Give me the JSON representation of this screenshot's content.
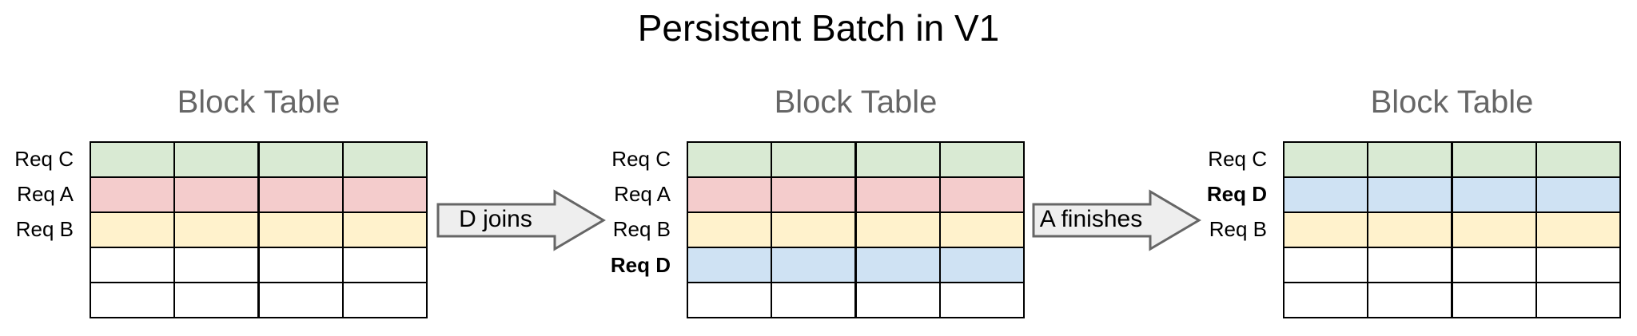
{
  "title": "Persistent Batch in V1",
  "colors": {
    "row_green": "#d9ead3",
    "row_red": "#f4cccc",
    "row_yellow": "#fff2cc",
    "row_blue": "#cfe2f3",
    "row_empty": "#ffffff",
    "cell_border": "#000000",
    "arrow_fill": "#eeeeee",
    "arrow_border": "#666666",
    "table_title_color": "#666666"
  },
  "tables": [
    {
      "title": "Block Table",
      "columns": 4,
      "rows": [
        {
          "label": "Req C",
          "bold": false,
          "color": "#d9ead3"
        },
        {
          "label": "Req A",
          "bold": false,
          "color": "#f4cccc"
        },
        {
          "label": "Req B",
          "bold": false,
          "color": "#fff2cc"
        },
        {
          "label": "",
          "bold": false,
          "color": "#ffffff"
        },
        {
          "label": "",
          "bold": false,
          "color": "#ffffff"
        }
      ]
    },
    {
      "title": "Block Table",
      "columns": 4,
      "rows": [
        {
          "label": "Req C",
          "bold": false,
          "color": "#d9ead3"
        },
        {
          "label": "Req A",
          "bold": false,
          "color": "#f4cccc"
        },
        {
          "label": "Req B",
          "bold": false,
          "color": "#fff2cc"
        },
        {
          "label": "Req D",
          "bold": true,
          "color": "#cfe2f3"
        },
        {
          "label": "",
          "bold": false,
          "color": "#ffffff"
        }
      ]
    },
    {
      "title": "Block Table",
      "columns": 4,
      "rows": [
        {
          "label": "Req C",
          "bold": false,
          "color": "#d9ead3"
        },
        {
          "label": "Req D",
          "bold": true,
          "color": "#cfe2f3"
        },
        {
          "label": "Req B",
          "bold": false,
          "color": "#fff2cc"
        },
        {
          "label": "",
          "bold": false,
          "color": "#ffffff"
        },
        {
          "label": "",
          "bold": false,
          "color": "#ffffff"
        }
      ]
    }
  ],
  "arrows": [
    {
      "label": "D joins"
    },
    {
      "label": "A finishes"
    }
  ]
}
